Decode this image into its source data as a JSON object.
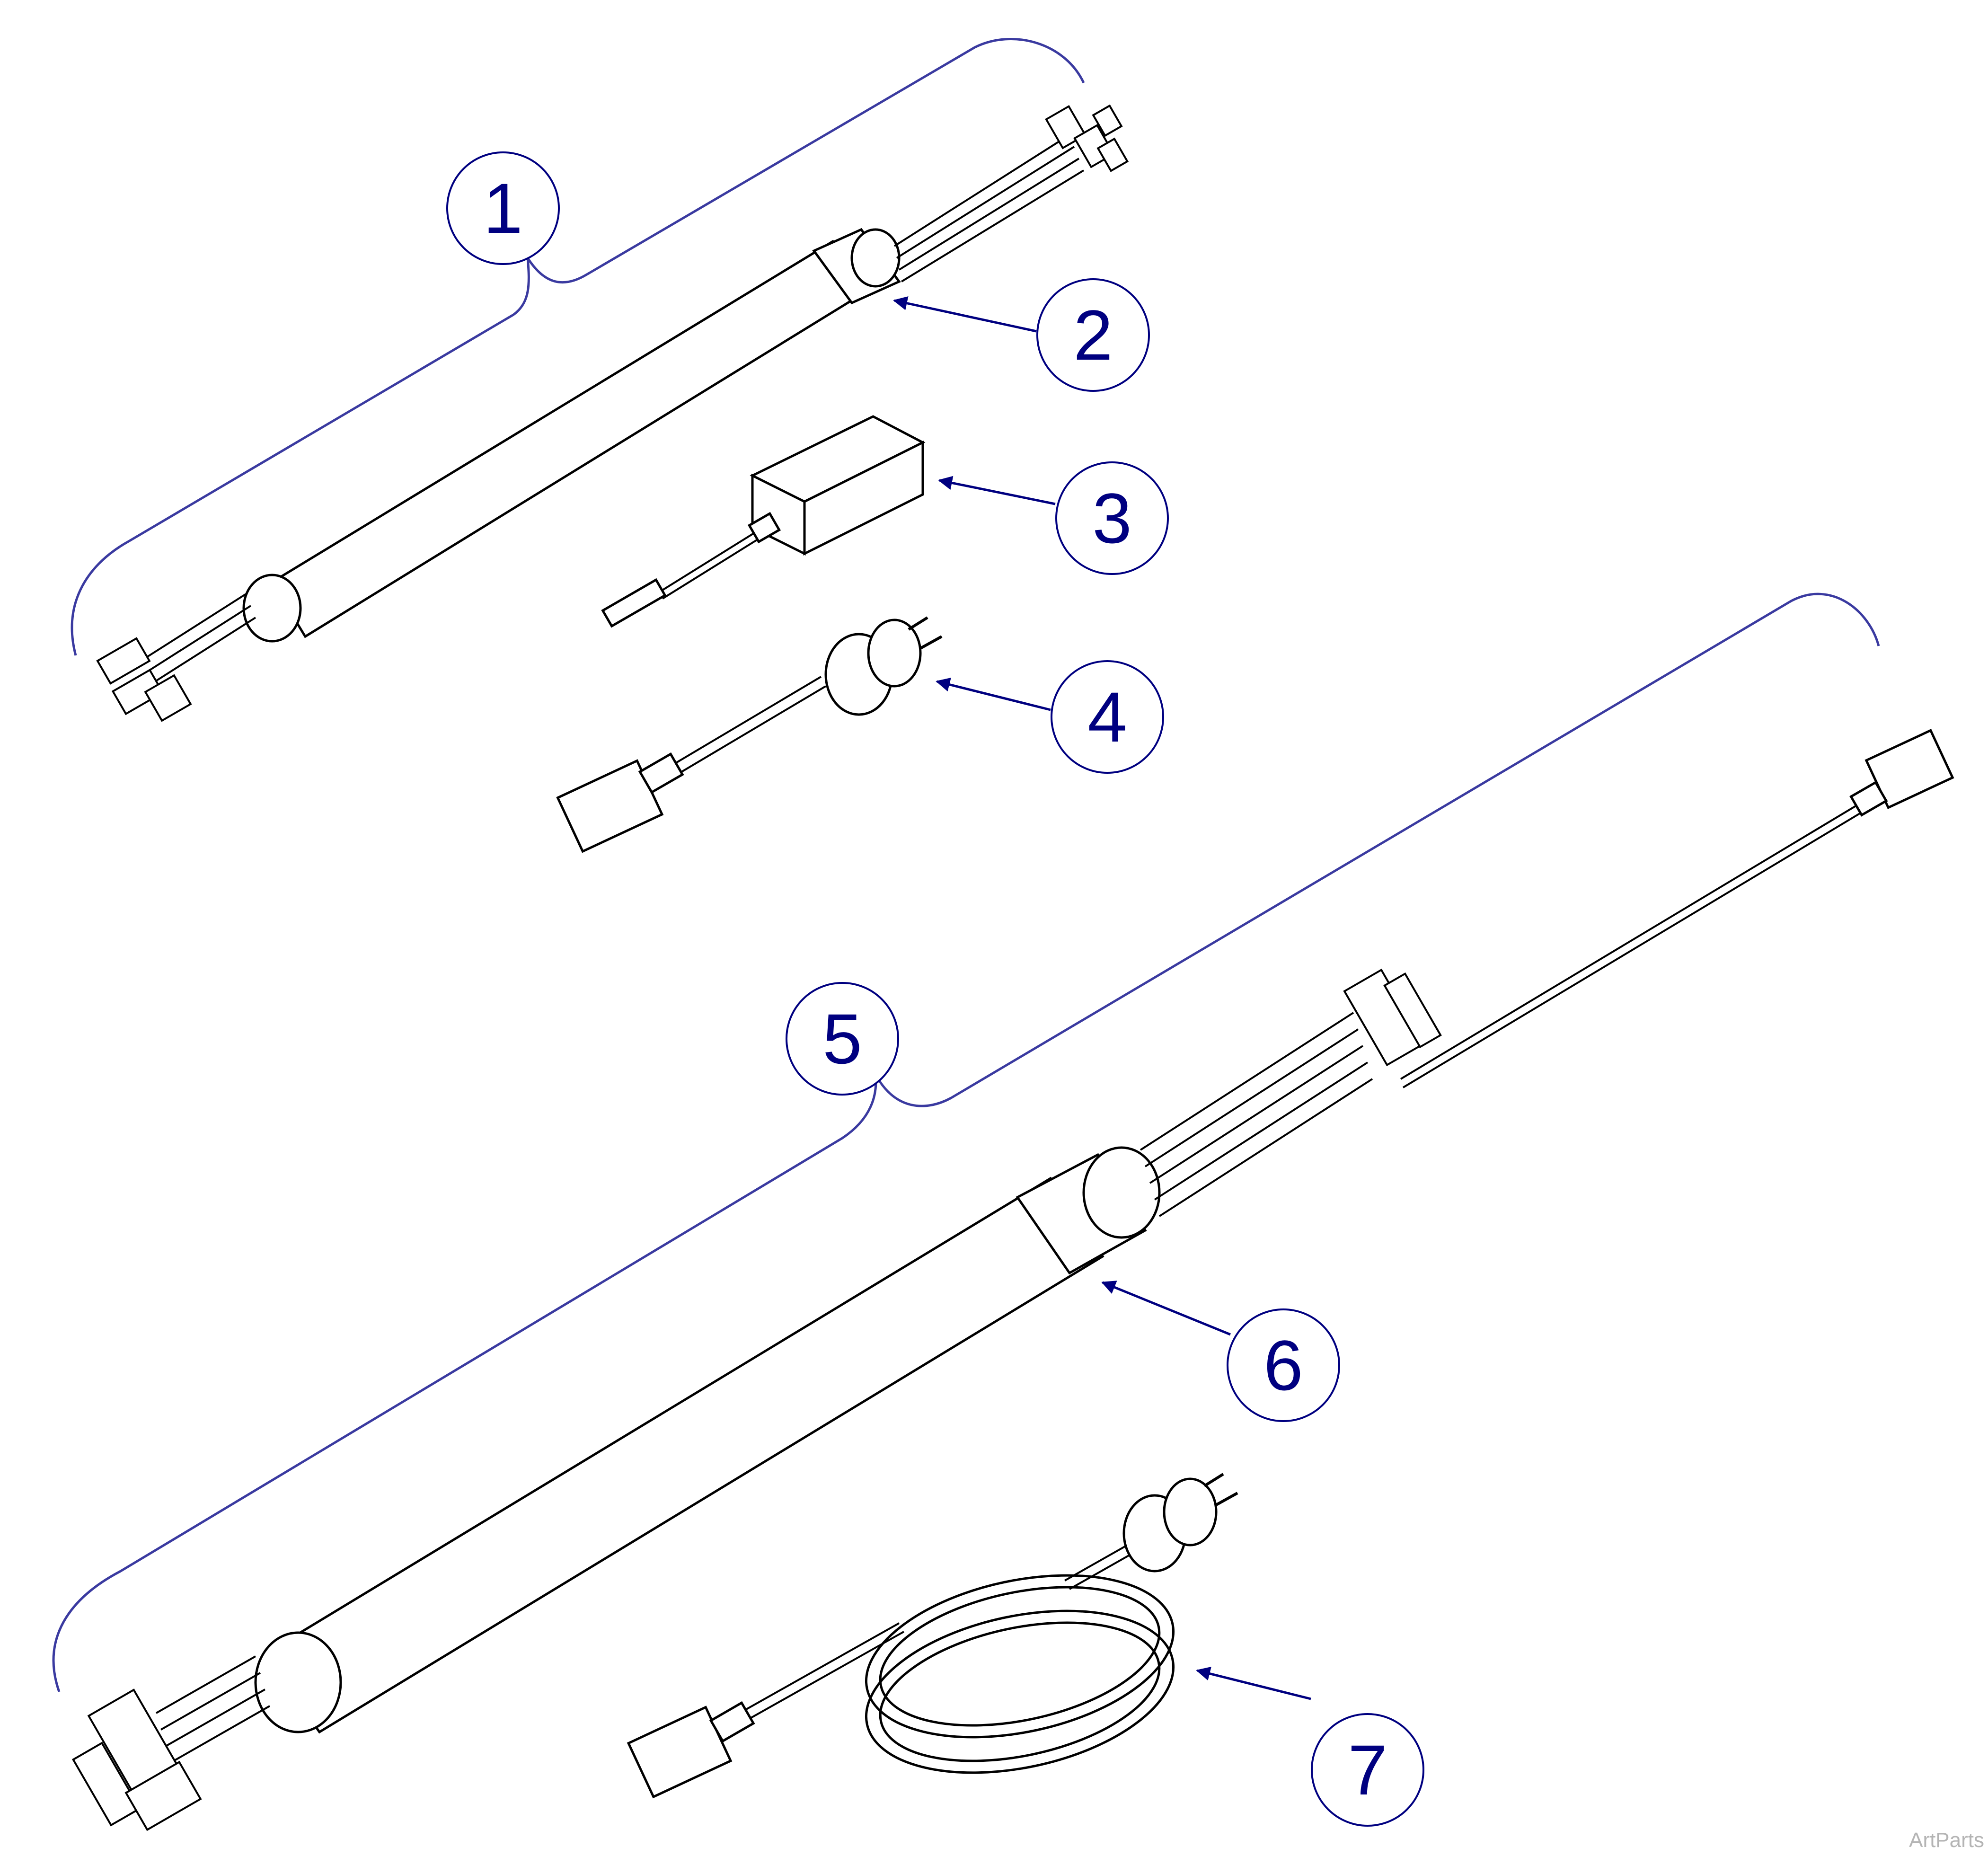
{
  "callouts": [
    {
      "number": "1",
      "part": "cable assembly (kit)"
    },
    {
      "number": "2",
      "part": "sleeve"
    },
    {
      "number": "3",
      "part": "power adapter"
    },
    {
      "number": "4",
      "part": "power cord (short)"
    },
    {
      "number": "5",
      "part": "cable assembly (kit)"
    },
    {
      "number": "6",
      "part": "sleeve"
    },
    {
      "number": "7",
      "part": "power cord (coiled)"
    }
  ],
  "watermark": "ArtParts",
  "colors": {
    "callout": "#000080",
    "line": "#000000",
    "bracket": "#3a3aa0",
    "watermark": "#b4b4b4"
  }
}
